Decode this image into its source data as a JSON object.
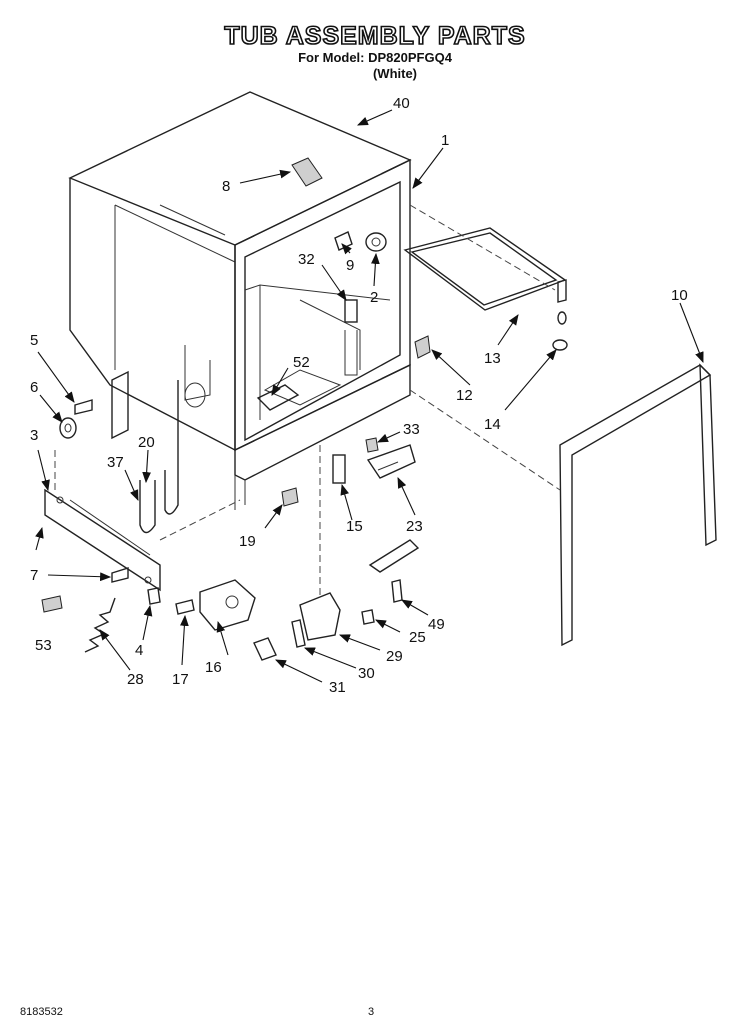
{
  "title": "TUB ASSEMBLY PARTS",
  "model_line": "For Model: DP820PFGQ4",
  "color_line": "(White)",
  "footer_code": "8183532",
  "page_number": "3",
  "labels": {
    "p1": "1",
    "p2": "2",
    "p3": "3",
    "p4": "4",
    "p5": "5",
    "p6": "6",
    "p7": "7",
    "p8": "8",
    "p9": "9",
    "p10": "10",
    "p12": "12",
    "p13": "13",
    "p14": "14",
    "p15": "15",
    "p16": "16",
    "p17": "17",
    "p19": "19",
    "p20": "20",
    "p23": "23",
    "p25": "25",
    "p28": "28",
    "p29": "29",
    "p30": "30",
    "p31": "31",
    "p32": "32",
    "p33": "33",
    "p37": "37",
    "p40": "40",
    "p49": "49",
    "p52": "52",
    "p53": "53"
  }
}
